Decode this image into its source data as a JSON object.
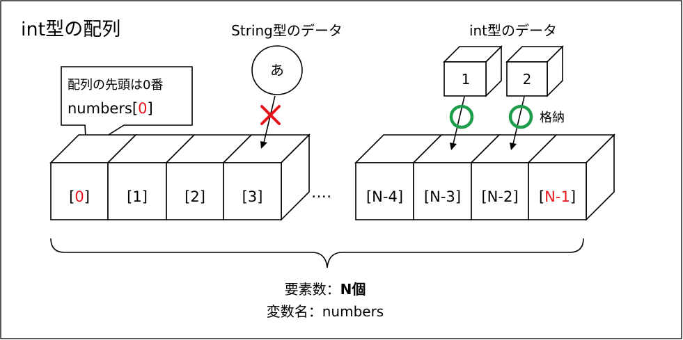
{
  "title": "int型の配列",
  "colors": {
    "accent_red": "#e8141c",
    "ok_green": "#1e9e4a",
    "stroke": "#000000",
    "background": "#ffffff"
  },
  "callout": {
    "line1": "配列の先頭は0番",
    "line2_prefix": "numbers[",
    "line2_index": "0",
    "line2_suffix": "]"
  },
  "string_data": {
    "label": "String型のデータ",
    "value": "あ",
    "rejection_mark": "cross-icon"
  },
  "int_data": {
    "label": "int型のデータ",
    "boxes": [
      "1",
      "2"
    ],
    "store_label": "格納",
    "accept_mark": "circle-ok-icon"
  },
  "cells_left": [
    {
      "open": "[",
      "index": "0",
      "close": "]",
      "highlight": true
    },
    {
      "open": "[",
      "index": "1",
      "close": "]",
      "highlight": false
    },
    {
      "open": "[",
      "index": "2",
      "close": "]",
      "highlight": false
    },
    {
      "open": "[",
      "index": "3",
      "close": "]",
      "highlight": false
    }
  ],
  "ellipsis": "‥‥",
  "cells_right": [
    {
      "open": "[",
      "index": "N-4",
      "close": "]",
      "highlight": false
    },
    {
      "open": "[",
      "index": "N-3",
      "close": "]",
      "highlight": false
    },
    {
      "open": "[",
      "index": "N-2",
      "close": "]",
      "highlight": false
    },
    {
      "open": "[",
      "index": "N-1",
      "close": "]",
      "highlight": true
    }
  ],
  "count": {
    "prefix": "要素数：",
    "value": "N個"
  },
  "variable": {
    "prefix": "変数名：",
    "value": "numbers"
  }
}
